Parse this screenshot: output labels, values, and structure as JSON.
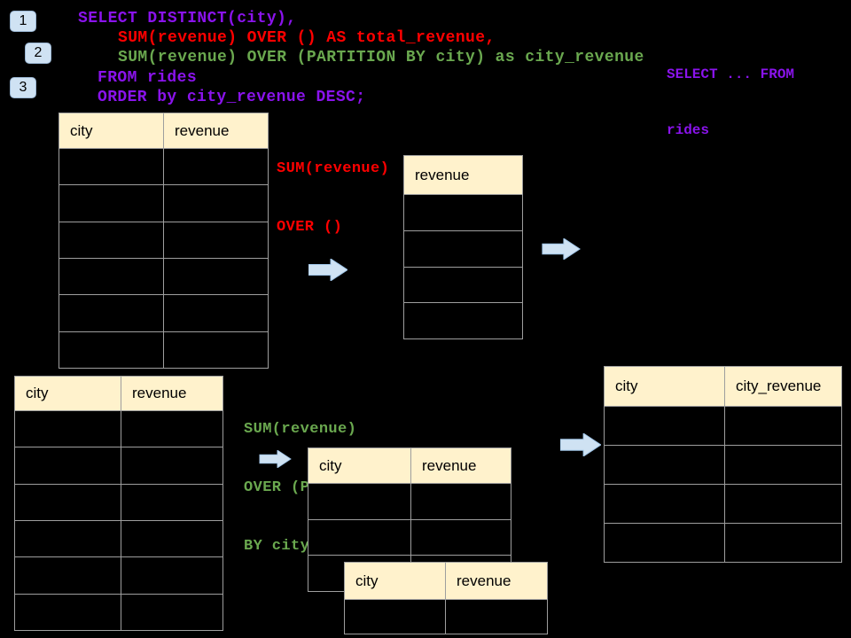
{
  "palette": {
    "background": "#000000",
    "header_fill": "#FFF2CC",
    "table_border": "#9E9E9E",
    "arrow_fill": "#CFE2F3",
    "arrow_border": "#9FC5E8",
    "step_fill": "#CFE2F3",
    "purple": "#8A13EC",
    "red": "#FF0000",
    "green": "#6AA84F"
  },
  "steps": [
    {
      "label": "1"
    },
    {
      "label": "2"
    },
    {
      "label": "3"
    }
  ],
  "code": {
    "lines": [
      {
        "text": "SELECT DISTINCT(city),",
        "color": "purple"
      },
      {
        "text": "SUM(revenue) OVER () AS total_revenue,",
        "color": "red"
      },
      {
        "text": "SUM(revenue) OVER (PARTITION BY city) as city_revenue",
        "color": "green"
      },
      {
        "text": "FROM rides",
        "color": "purple"
      },
      {
        "text": "ORDER by city_revenue DESC;",
        "color": "purple"
      }
    ]
  },
  "side_note": {
    "color": "purple",
    "lines": [
      "SELECT ... FROM",
      "rides"
    ]
  },
  "annotations": {
    "total": {
      "color": "red",
      "lines": [
        "SUM(revenue)",
        "OVER ()"
      ]
    },
    "partition": {
      "color": "green",
      "lines": [
        "SUM(revenue)",
        "OVER (PARTITION",
        "BY city)"
      ]
    }
  },
  "tables": {
    "source_top": {
      "headers": [
        "city",
        "revenue"
      ],
      "empty_rows": 6
    },
    "total_revenue": {
      "headers": [
        "revenue"
      ],
      "empty_rows": 4
    },
    "source_bottom": {
      "headers": [
        "city",
        "revenue"
      ],
      "empty_rows": 6
    },
    "partition_mid": {
      "headers": [
        "city",
        "revenue"
      ],
      "empty_rows": 3
    },
    "partition_overlay": {
      "headers": [
        "city",
        "revenue"
      ],
      "empty_rows": 1
    },
    "city_revenue_result": {
      "headers": [
        "city",
        "city_revenue"
      ],
      "empty_rows": 4
    }
  }
}
